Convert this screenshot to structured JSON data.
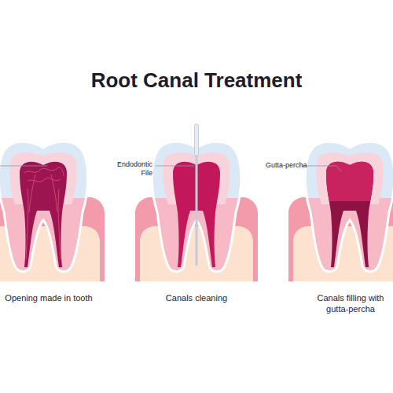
{
  "diagram": {
    "title": "Root Canal Treatment",
    "labels": [
      "Endodontic File",
      "Gutta-percha",
      "Opening made in tooth",
      "Canals cleaning",
      "Canals filling with gutta-percha"
    ]
  }
}
